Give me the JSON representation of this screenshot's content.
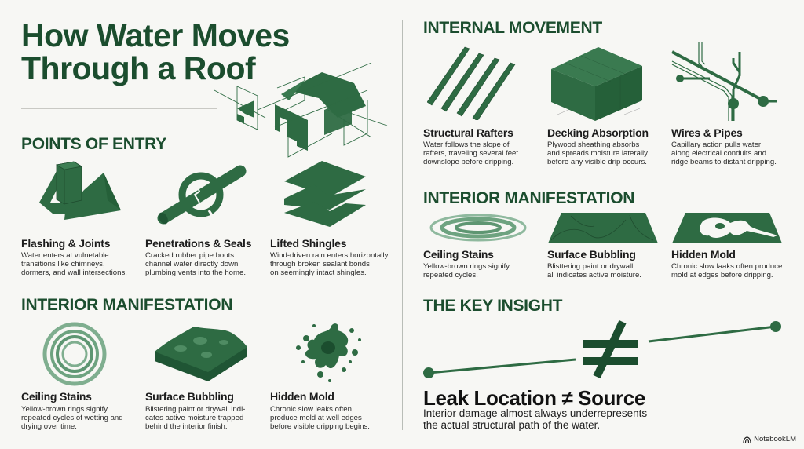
{
  "colors": {
    "accent": "#2e6b43",
    "accent_dark": "#1b4d2e",
    "background": "#f7f7f4",
    "text": "#1c1c1c"
  },
  "header": {
    "title_line1": "How Water Moves",
    "title_line2": "Through a Roof",
    "illustration": "exploded-house-icon"
  },
  "left": {
    "points_of_entry": {
      "heading": "POINTS OF ENTRY",
      "items": [
        {
          "title": "Flashing & Joints",
          "description": "Water enters at vulnetable\ntransitions like chimneys,\ndormers, and wall intersections.",
          "icon": "chimney-flashing-icon"
        },
        {
          "title": "Penetrations & Seals",
          "description": "Cracked rubber pipe boots\nchannel water directly down\nplumbing vents into the home.",
          "icon": "cracked-pipe-boot-icon"
        },
        {
          "title": "Lifted Shingles",
          "description": "Wind-driven rain enters horizontally\nthrough broken sealant bonds\non seemingly intact shingles.",
          "icon": "stacked-shingles-icon"
        }
      ]
    },
    "interior_manifestation": {
      "heading": "INTERIOR MANIFESTATION",
      "items": [
        {
          "title": "Ceiling Stains",
          "description": "Yellow-brown rings signify\nrepeated cycles of wetting and\ndrying over time.",
          "icon": "concentric-rings-icon"
        },
        {
          "title": "Surface Bubbling",
          "description": "Blistering paint or drywall indi-\ncates active moisture trapped\nbehind the interior finish.",
          "icon": "bubbled-surface-icon"
        },
        {
          "title": "Hidden Mold",
          "description": "Chronic slow leaks often\nproduce mold at well edges\nbefore visible dripping begins.",
          "icon": "mold-splatter-icon"
        }
      ]
    }
  },
  "right": {
    "internal_movement": {
      "heading": "INTERNAL MOVEMENT",
      "items": [
        {
          "title": "Structural Rafters",
          "description": "Water follows the slope of\nrafters, traveling several feet\ndownslope before dripping.",
          "icon": "rafters-icon"
        },
        {
          "title": "Decking Absorption",
          "description": "Plywood sheathing absorbs\nand spreads moisture laterally\nbefore any visible drip occurs.",
          "icon": "plywood-block-icon"
        },
        {
          "title": "Wires & Pipes",
          "description": "Capillary action pulls water\nalong electrical conduits and\nridge beams to distant dripping.",
          "icon": "wires-pipes-icon"
        }
      ]
    },
    "interior_manifestation": {
      "heading": "INTERIOR MANIFESTATION",
      "items": [
        {
          "title": "Ceiling Stains",
          "description": "Yellow-brown rings signify\nrepeated cycles.",
          "icon": "flat-rings-icon"
        },
        {
          "title": "Surface Bubbling",
          "description": "Blisttering paint or drywall\nall indicates active moisture.",
          "icon": "bubbling-panel-icon"
        },
        {
          "title": "Hidden Mold",
          "description": "Chronic slow laaks often produce\nmold at edges before dripping.",
          "icon": "mold-panel-icon"
        }
      ]
    },
    "key_insight": {
      "heading": "THE KEY INSIGHT",
      "symbol": "≠",
      "headline": "Leak Location ≠ Source",
      "description": "Interior damage almost always underrepresents\nthe actual structural path of the water."
    }
  },
  "footer": {
    "brand": "NotebookLM"
  }
}
